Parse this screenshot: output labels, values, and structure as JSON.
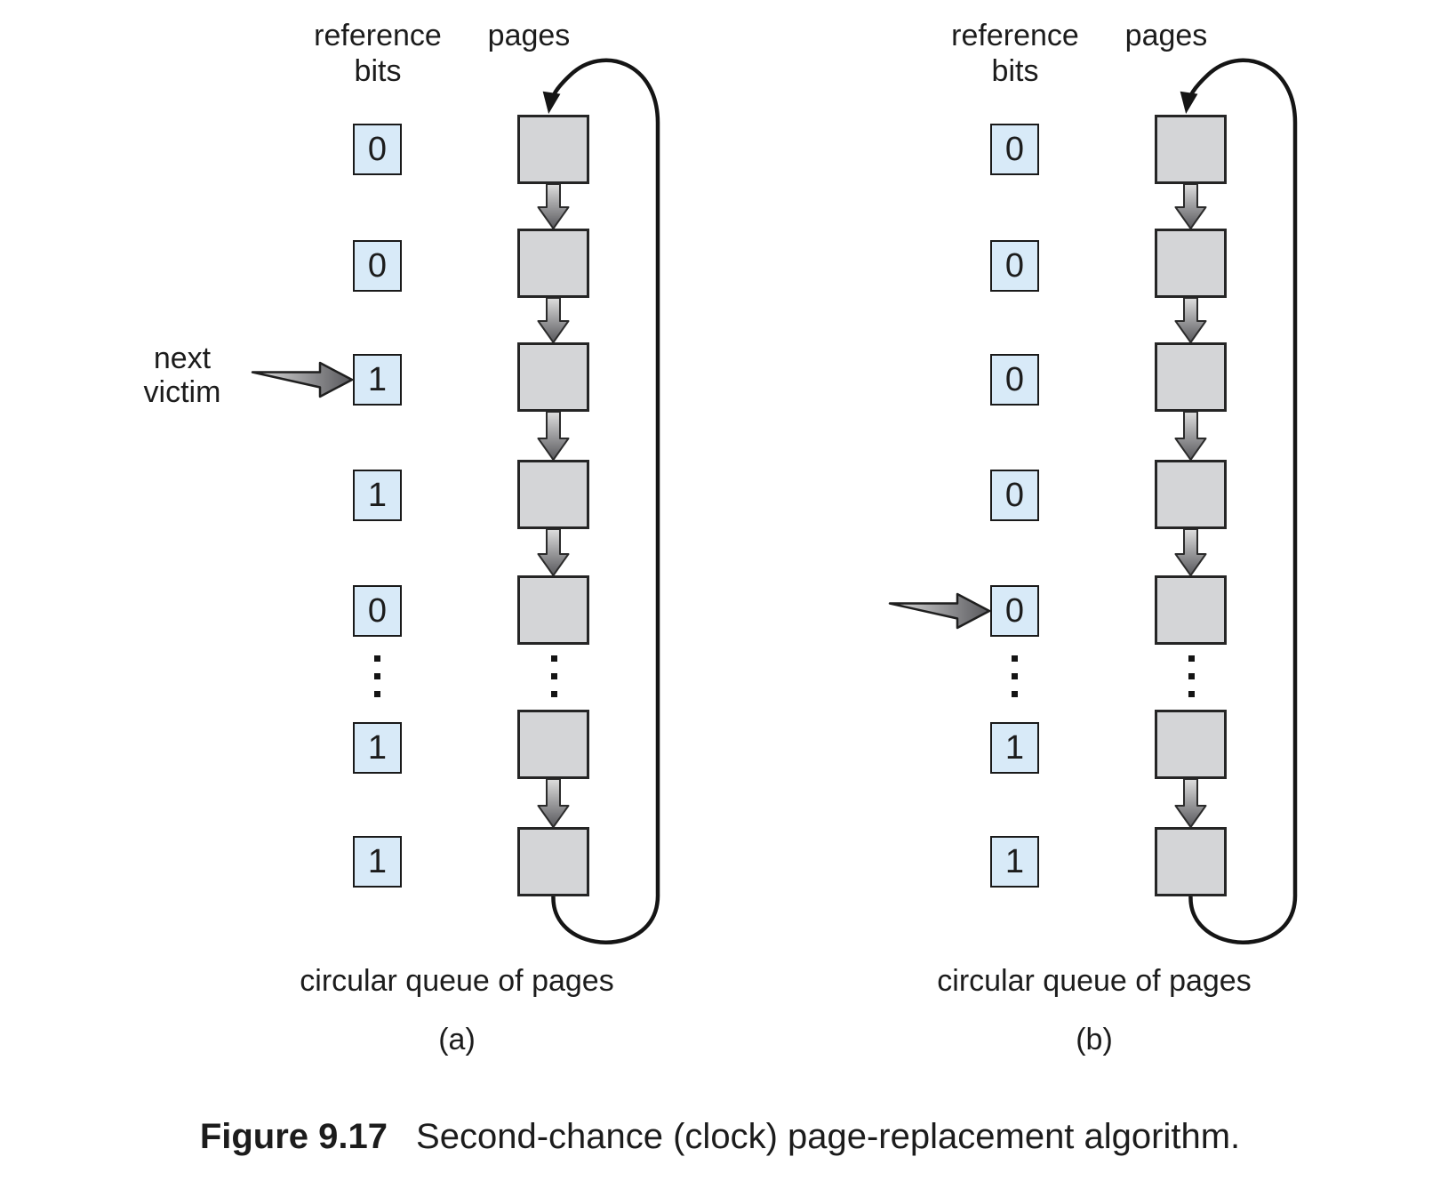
{
  "figure_caption": {
    "label": "Figure 9.17",
    "text": "Second-chance (clock) page-replacement algorithm."
  },
  "panels": [
    {
      "label": "(a)",
      "headers": {
        "reference_line1": "reference",
        "reference_line2": "bits",
        "pages": "pages"
      },
      "bits": [
        "0",
        "0",
        "1",
        "1",
        "0",
        "1",
        "1"
      ],
      "pointer": {
        "row": 2,
        "label_line1": "next",
        "label_line2": "victim"
      },
      "footer": "circular queue of pages"
    },
    {
      "label": "(b)",
      "headers": {
        "reference_line1": "reference",
        "reference_line2": "bits",
        "pages": "pages"
      },
      "bits": [
        "0",
        "0",
        "0",
        "0",
        "0",
        "1",
        "1"
      ],
      "pointer": {
        "row": 4
      },
      "footer": "circular queue of pages"
    }
  ],
  "colors": {
    "bit_box_fill": "#d8eaf8",
    "bit_box_border": "#1a1a1a",
    "page_box_fill": "#d4d5d7",
    "page_box_border": "#252525",
    "arrow_light": "#dedede",
    "arrow_dark": "#58585c",
    "line": "#151515",
    "text": "#1c1c1c",
    "background": "#ffffff"
  }
}
